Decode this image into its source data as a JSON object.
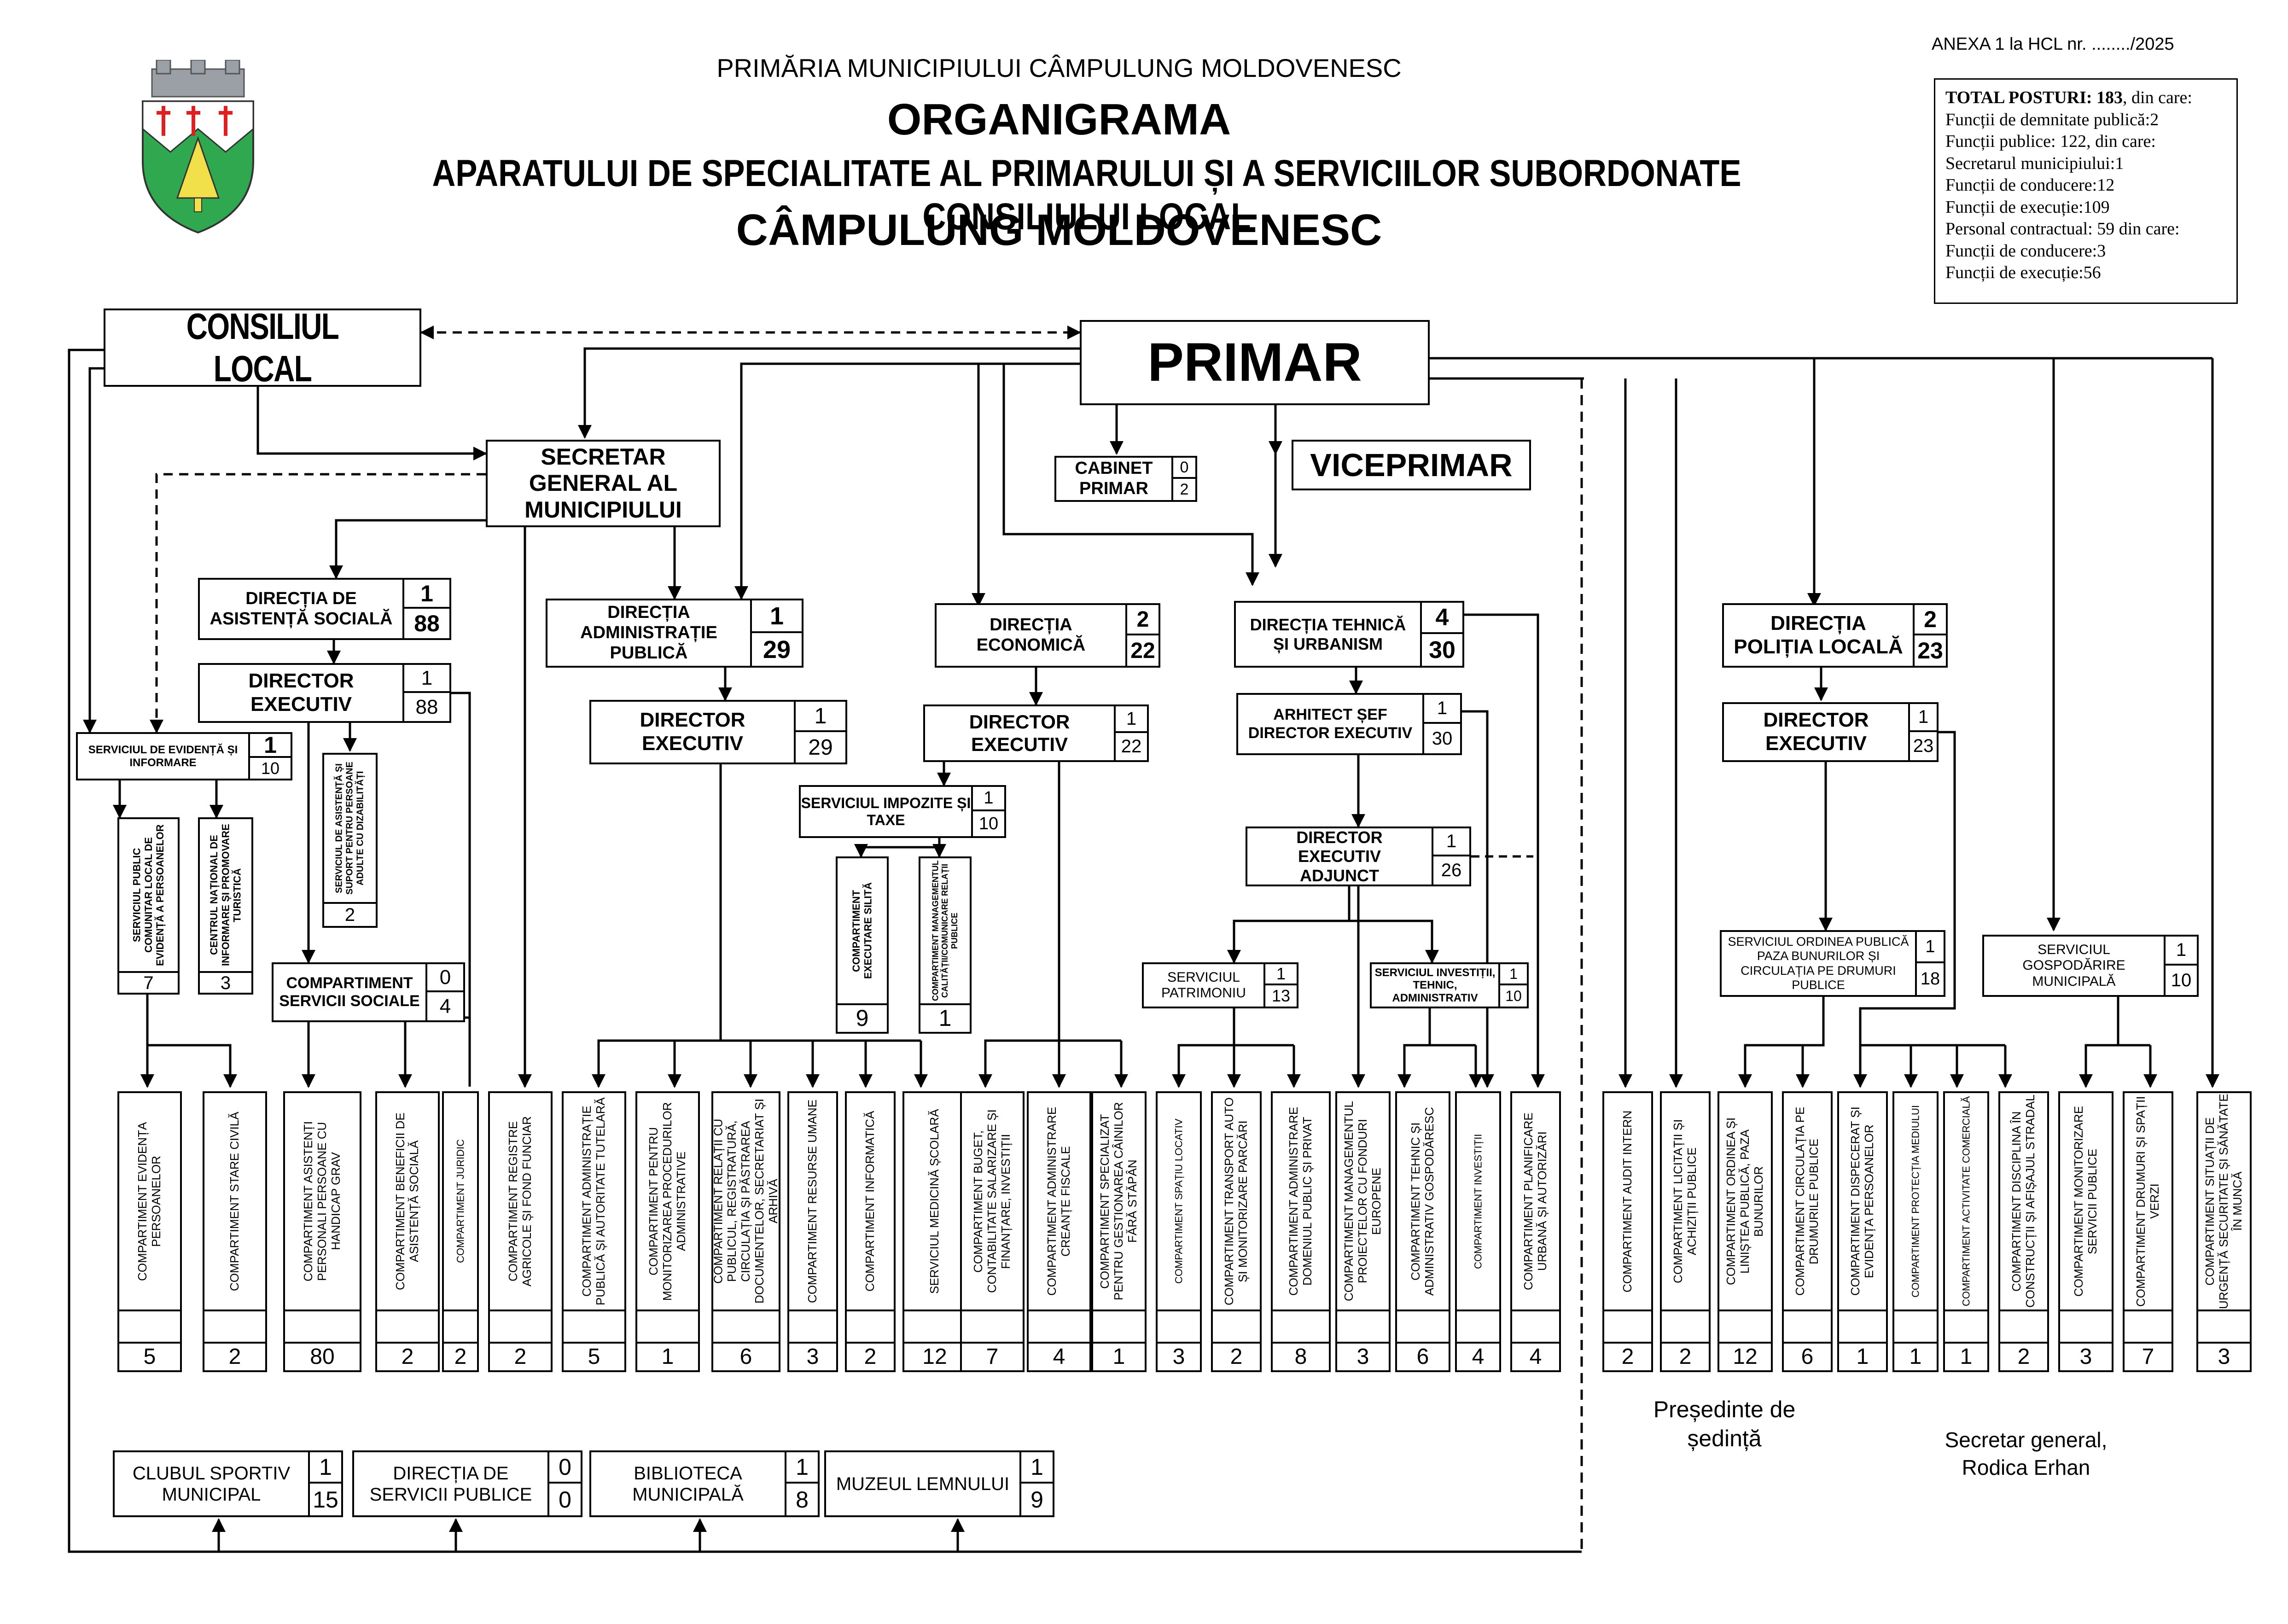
{
  "header": {
    "annex": "ANEXA 1 la HCL nr. ......../2025",
    "institution": "PRIMĂRIA MUNICIPIULUI CÂMPULUNG MOLDOVENESC",
    "title": "ORGANIGRAMA",
    "subtitle": "APARATULUI DE SPECIALITATE AL PRIMARULUI ȘI A SERVICIILOR SUBORDONATE CONSILIULUI LOCAL",
    "city": "CÂMPULUNG MOLDOVENESC"
  },
  "summary": {
    "line1_label": "TOTAL POSTURI: 183",
    "line1_rest": ", din care:",
    "line2": "Funcții de demnitate publică:2",
    "line3": "Funcții publice: 122, din care:",
    "line4": "Secretarul municipiului:1",
    "line5": "Funcții de conducere:12",
    "line6": "Funcții de execuție:109",
    "line7": "Personal contractual: 59 din care:",
    "line8": "Funcții de conducere:3",
    "line9": "Funcții de execuție:56"
  },
  "top": {
    "consiliul": "CONSILIUL LOCAL",
    "primar": "PRIMAR",
    "secretar": "SECRETAR GENERAL AL MUNICIPIULUI",
    "cabinet": "CABINET PRIMAR",
    "cabinet_n1": "0",
    "cabinet_n2": "2",
    "viceprimar": "VICEPRIMAR"
  },
  "directions": {
    "social": {
      "name": "DIRECȚIA DE ASISTENȚĂ SOCIALĂ",
      "n1": "1",
      "n2": "88",
      "director": "DIRECTOR EXECUTIV",
      "d1": "1",
      "d2": "88"
    },
    "admin": {
      "name": "DIRECȚIA ADMINISTRAȚIE PUBLICĂ",
      "n1": "1",
      "n2": "29",
      "director": "DIRECTOR EXECUTIV",
      "d1": "1",
      "d2": "29"
    },
    "econ": {
      "name": "DIRECȚIA ECONOMICĂ",
      "n1": "2",
      "n2": "22",
      "director": "DIRECTOR EXECUTIV",
      "d1": "1",
      "d2": "22"
    },
    "tehnica": {
      "name": "DIRECȚIA TEHNICĂ ȘI URBANISM",
      "n1": "4",
      "n2": "30",
      "arhitect": "ARHITECT ȘEF DIRECTOR EXECUTIV",
      "a1": "1",
      "a2": "30",
      "adjunct": "DIRECTOR EXECUTIV ADJUNCT",
      "j1": "1",
      "j2": "26"
    },
    "politia": {
      "name": "DIRECȚIA POLIȚIA LOCALĂ",
      "n1": "2",
      "n2": "23",
      "director": "DIRECTOR EXECUTIV",
      "d1": "1",
      "d2": "23"
    }
  },
  "services": {
    "evidenta": {
      "name": "SERVICIUL DE EVIDENȚĂ ȘI INFORMARE",
      "n1": "1",
      "n2": "10"
    },
    "suport": {
      "name": "SERVICIUL DE ASISTENȚĂ ȘI SUPORT PENTRU PERSOANE ADULTE CU DIZABILITĂȚI",
      "n": "2"
    },
    "sociale": {
      "name": "COMPARTIMENT SERVICII SOCIALE",
      "n1": "0",
      "n2": "4"
    },
    "slp": {
      "name": "SERVICIUL PUBLIC COMUNITAR LOCAL DE EVIDENȚĂ A PERSOANELOR",
      "n": "7"
    },
    "cnipt": {
      "name": "CENTRUL NAȚIONAL DE INFORMARE ȘI PROMOVARE TURISTICĂ",
      "n": "3"
    },
    "impozite": {
      "name": "SERVICIUL IMPOZITE ȘI TAXE",
      "n1": "1",
      "n2": "10"
    },
    "silita": {
      "name": "COMPARTIMENT EXECUTARE SILITĂ",
      "n": "9"
    },
    "calitate": {
      "name": "COMPARTIMENT MANAGEMENTUL CALITĂȚII/COMUNICARE RELAȚII PUBLICE",
      "n": "1"
    },
    "patrimoniu": {
      "name": "SERVICIUL PATRIMONIU",
      "n1": "1",
      "n2": "13"
    },
    "investitii": {
      "name": "SERVICIUL INVESTIȚII, TEHNIC, ADMINISTRATIV",
      "n1": "1",
      "n2": "10"
    },
    "ordine": {
      "name": "SERVICIUL ORDINEA PUBLICĂ PAZA BUNURILOR ȘI CIRCULAȚIA PE DRUMURI PUBLICE",
      "n1": "1",
      "n2": "18"
    },
    "gospodarire": {
      "name": "SERVICIUL GOSPODĂRIRE MUNICIPALĂ",
      "n1": "1",
      "n2": "10"
    }
  },
  "compartments": [
    {
      "name": "COMPARTIMENT EVIDENȚA PERSOANELOR",
      "n": "5"
    },
    {
      "name": "COMPARTIMENT STARE CIVILĂ",
      "n": "2"
    },
    {
      "name": "COMPARTIMENT ASISTENȚI PERSONALI PERSOANE CU HANDICAP GRAV",
      "n": "80"
    },
    {
      "name": "COMPARTIMENT BENEFICII DE ASISTENȚĂ SOCIALĂ",
      "n": "2"
    },
    {
      "name": "COMPARTIMENT JURIDIC",
      "n": "2"
    },
    {
      "name": "COMPARTIMENT REGISTRE AGRICOLE ȘI FOND FUNCIAR",
      "n": "2"
    },
    {
      "name": "COMPARTIMENT ADMINISTRAȚIE PUBLICĂ ȘI AUTORITATE TUTELARĂ",
      "n": "5"
    },
    {
      "name": "COMPARTIMENT PENTRU MONITORIZAREA PROCEDURILOR ADMINISTRATIVE",
      "n": "1"
    },
    {
      "name": "COMPARTIMENT RELAȚII CU PUBLICUL, REGISTRATURĂ, CIRCULAȚIA ȘI PĂSTRAREA DOCUMENTELOR, SECRETARIAT ȘI ARHIVĂ",
      "n": "6"
    },
    {
      "name": "COMPARTIMENT RESURSE UMANE",
      "n": "3"
    },
    {
      "name": "COMPARTIMENT INFORMATICĂ",
      "n": "2"
    },
    {
      "name": "SERVICIUL MEDICINĂ ȘCOLARĂ",
      "n": "12"
    },
    {
      "name": "COMPARTIMENT BUGET, CONTABILITATE SALARIZARE ȘI FINANȚARE, INVESTIȚII",
      "n": "7"
    },
    {
      "name": "COMPARTIMENT ADMINISTRARE CREANȚE FISCALE",
      "n": "4"
    },
    {
      "name": "COMPARTIMENT SPECIALIZAT PENTRU GESTIONAREA CÂINILOR FĂRĂ STĂPÂN",
      "n": "1"
    },
    {
      "name": "COMPARTIMENT SPAȚIU LOCATIV",
      "n": "3"
    },
    {
      "name": "COMPARTIMENT TRANSPORT AUTO ȘI MONITORIZARE PARCĂRI",
      "n": "2"
    },
    {
      "name": "COMPARTIMENT ADMINISTRARE DOMENIUL PUBLIC ȘI PRIVAT",
      "n": "8"
    },
    {
      "name": "COMPARTIMENT MANAGEMENTUL PROIECTELOR CU FONDURI EUROPENE",
      "n": "3"
    },
    {
      "name": "COMPARTIMENT TEHNIC ȘI ADMINISTRATIV GOSPODĂRESC",
      "n": "6"
    },
    {
      "name": "COMPARTIMENT INVESTIȚII",
      "n": "4"
    },
    {
      "name": "COMPARTIMENT PLANIFICARE URBANĂ ȘI AUTORIZĂRI",
      "n": "4"
    },
    {
      "name": "COMPARTIMENT AUDIT INTERN",
      "n": "2"
    },
    {
      "name": "COMPARTIMENT LICITAȚII ȘI ACHIZIȚII PUBLICE",
      "n": "2"
    },
    {
      "name": "COMPARTIMENT ORDINEA ȘI LINIȘTEA PUBLICĂ, PAZA BUNURILOR",
      "n": "12"
    },
    {
      "name": "COMPARTIMENT CIRCULAȚIA PE DRUMURILE PUBLICE",
      "n": "6"
    },
    {
      "name": "COMPARTIMENT DISPECERAT ȘI EVIDENȚA PERSOANELOR",
      "n": "1"
    },
    {
      "name": "COMPARTIMENT PROTECȚIA MEDIULUI",
      "n": "1"
    },
    {
      "name": "COMPARTIMENT ACTIVITATE COMERCIALĂ",
      "n": "1"
    },
    {
      "name": "COMPARTIMENT DISCIPLINA ÎN CONSTRUCȚII ȘI AFIȘAJUL STRADAL",
      "n": "2"
    },
    {
      "name": "COMPARTIMENT MONITORIZARE SERVICII PUBLICE",
      "n": "3"
    },
    {
      "name": "COMPARTIMENT DRUMURI ȘI SPAȚII VERZI",
      "n": "7"
    },
    {
      "name": "COMPARTIMENT SITUAȚII DE URGENȚĂ SECURITATE ȘI SĂNĂTATE ÎN MUNCĂ",
      "n": "3"
    }
  ],
  "subordinated": [
    {
      "name": "CLUBUL SPORTIV MUNICIPAL",
      "n1": "1",
      "n2": "15"
    },
    {
      "name": "DIRECȚIA DE SERVICII PUBLICE",
      "n1": "0",
      "n2": "0"
    },
    {
      "name": "BIBLIOTECA MUNICIPALĂ",
      "n1": "1",
      "n2": "8"
    },
    {
      "name": "MUZEUL LEMNULUI",
      "n1": "1",
      "n2": "9"
    }
  ],
  "signatures": {
    "president": "Președinte de ședință",
    "secretary_role": "Secretar general,",
    "secretary_name": "Rodica Erhan"
  },
  "colors": {
    "shield_green": "#2fa84f",
    "shield_red": "#e02020",
    "line": "#000000"
  }
}
